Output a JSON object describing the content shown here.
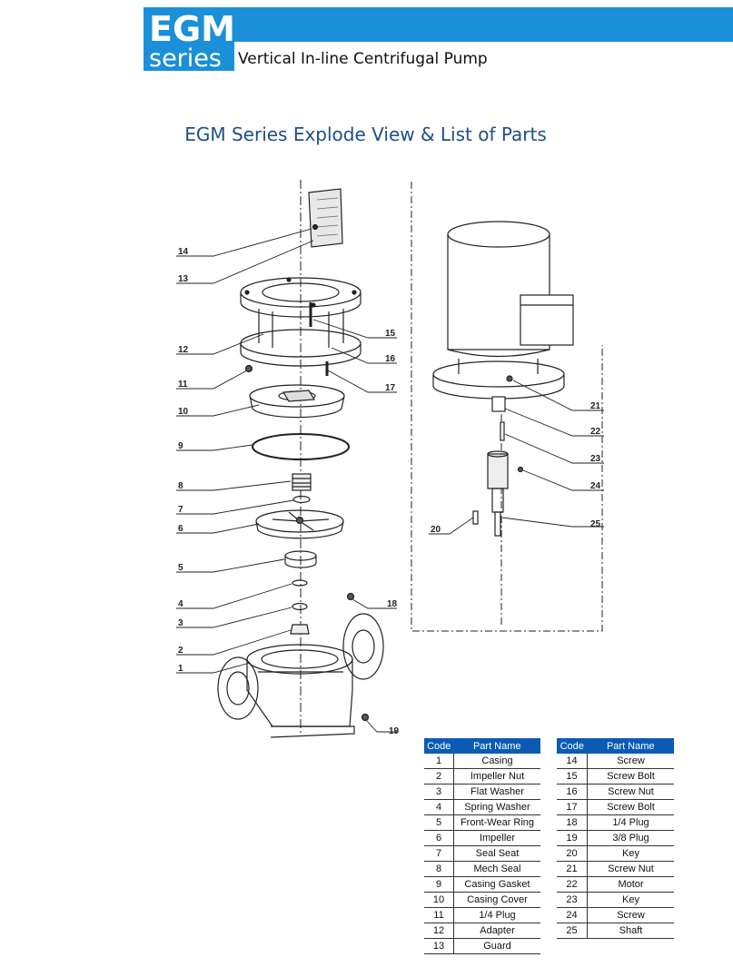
{
  "header": {
    "logo_line1": "EGM",
    "logo_line2": "series",
    "subtitle": "Vertical In-line Centrifugal Pump",
    "brand_color": "#1b8fd8"
  },
  "title": "EGM Series Explode View & List of Parts",
  "drawing": {
    "callouts": [
      "14",
      "13",
      "12",
      "15",
      "16",
      "11",
      "17",
      "10",
      "9",
      "8",
      "7",
      "6",
      "5",
      "4",
      "3",
      "2",
      "1",
      "18",
      "19",
      "21",
      "22",
      "23",
      "24",
      "25",
      "20"
    ]
  },
  "tables": {
    "header_color": "#0b5bb5",
    "columns": [
      "Code",
      "Part Name"
    ],
    "left_rows": [
      {
        "code": "1",
        "name": "Casing"
      },
      {
        "code": "2",
        "name": "Impeller Nut"
      },
      {
        "code": "3",
        "name": "Flat Washer"
      },
      {
        "code": "4",
        "name": "Spring Washer"
      },
      {
        "code": "5",
        "name": "Front-Wear Ring"
      },
      {
        "code": "6",
        "name": "Impeller"
      },
      {
        "code": "7",
        "name": "Seal Seat"
      },
      {
        "code": "8",
        "name": "Mech Seal"
      },
      {
        "code": "9",
        "name": "Casing Gasket"
      },
      {
        "code": "10",
        "name": "Casing Cover"
      },
      {
        "code": "11",
        "name": "1/4 Plug"
      },
      {
        "code": "12",
        "name": "Adapter"
      },
      {
        "code": "13",
        "name": "Guard"
      }
    ],
    "right_rows": [
      {
        "code": "14",
        "name": "Screw"
      },
      {
        "code": "15",
        "name": "Screw Bolt"
      },
      {
        "code": "16",
        "name": "Screw Nut"
      },
      {
        "code": "17",
        "name": "Screw Bolt"
      },
      {
        "code": "18",
        "name": "1/4 Plug"
      },
      {
        "code": "19",
        "name": "3/8 Plug"
      },
      {
        "code": "20",
        "name": "Key"
      },
      {
        "code": "21",
        "name": "Screw Nut"
      },
      {
        "code": "22",
        "name": "Motor"
      },
      {
        "code": "23",
        "name": "Key"
      },
      {
        "code": "24",
        "name": "Screw"
      },
      {
        "code": "25",
        "name": "Shaft"
      }
    ]
  }
}
